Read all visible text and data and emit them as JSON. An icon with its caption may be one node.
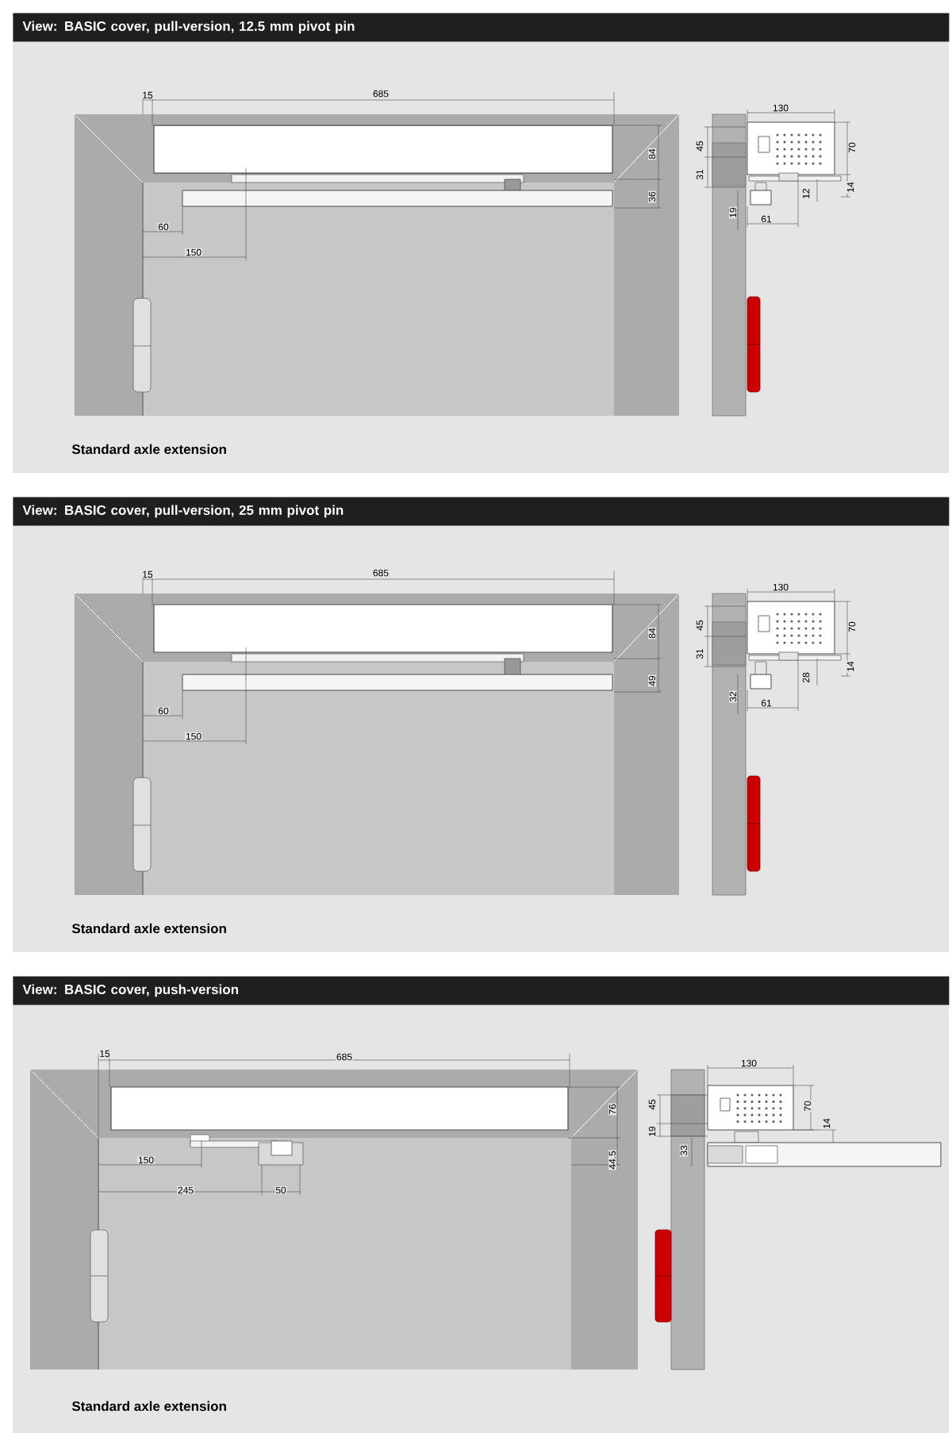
{
  "diagram": {
    "nodes": [
      {
        "text": [
          "View: BASIC cover, pull-version, 12.5 mm pivot pin"
        ]
      },
      {
        "text": [
          "View: BASIC cover, pull-version, 25 mm pivot pin"
        ]
      },
      {
        "text": [
          "View: BASIC cover, push-version"
        ]
      }
    ],
    "labels": [
      "15",
      "685",
      "84",
      "36",
      "60",
      "150",
      "130",
      "45",
      "31",
      "70",
      "14",
      "12",
      "19",
      "61",
      "Standard axle extension",
      "15",
      "685",
      "84",
      "49",
      "60",
      "150",
      "130",
      "45",
      "31",
      "70",
      "14",
      "28",
      "32",
      "61",
      "Standard axle extension",
      "15",
      "685",
      "76",
      "44.5",
      "150",
      "245",
      "50",
      "130",
      "19",
      "45",
      "70",
      "14",
      "33",
      "Standard axle extension"
    ]
  }
}
